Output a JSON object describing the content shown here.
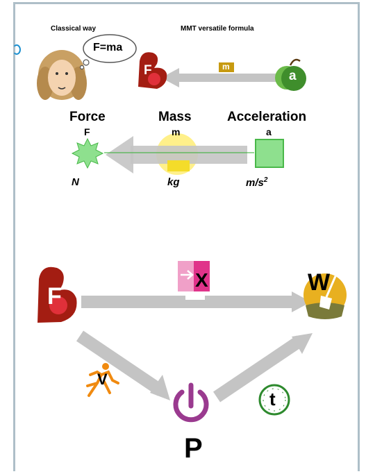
{
  "top": {
    "left_heading": "Classical way",
    "right_heading": "MMT versatile formula",
    "speech_bubble": "F=ma",
    "arrow_label": "m",
    "apple_letter": "a",
    "fist_letter": "F"
  },
  "middle": {
    "force": {
      "title": "Force",
      "symbol": "F",
      "unit": "N"
    },
    "mass": {
      "title": "Mass",
      "symbol": "m",
      "unit": "kg"
    },
    "acceleration": {
      "title": "Acceleration",
      "symbol": "a",
      "unit": "m/s",
      "unit_exponent": "2"
    }
  },
  "bottom": {
    "force_letter": "F",
    "displacement_letter": "X",
    "work_letter": "W",
    "velocity_letter": "V",
    "power_letter": "P",
    "time_letter": "t"
  },
  "colors": {
    "arrow_gray": "#c4c4c4",
    "star_green": "#8ee08e",
    "mass_yellow": "#fff08a",
    "fist_red": "#a31d12",
    "power_purple": "#9a3a8f",
    "work_gold": "#e8b020",
    "pink": "#e0338a"
  }
}
